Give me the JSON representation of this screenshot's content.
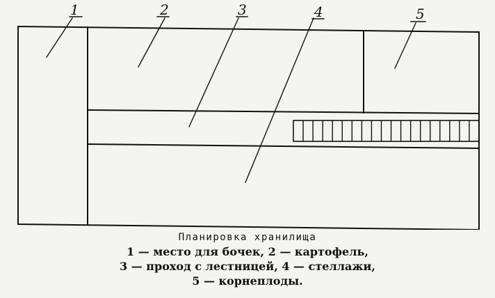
{
  "diagram": {
    "callouts": {
      "c1": "1",
      "c2": "2",
      "c3": "3",
      "c4": "4",
      "c5": "5"
    },
    "stair_steps": 19
  },
  "caption": {
    "title": "Планировка хранилища",
    "legend": [
      "1 — место для бочек, 2 — картофель,",
      "3 — проход с лестницей, 4 — стеллажи,",
      "5 — корнеплоды."
    ]
  }
}
